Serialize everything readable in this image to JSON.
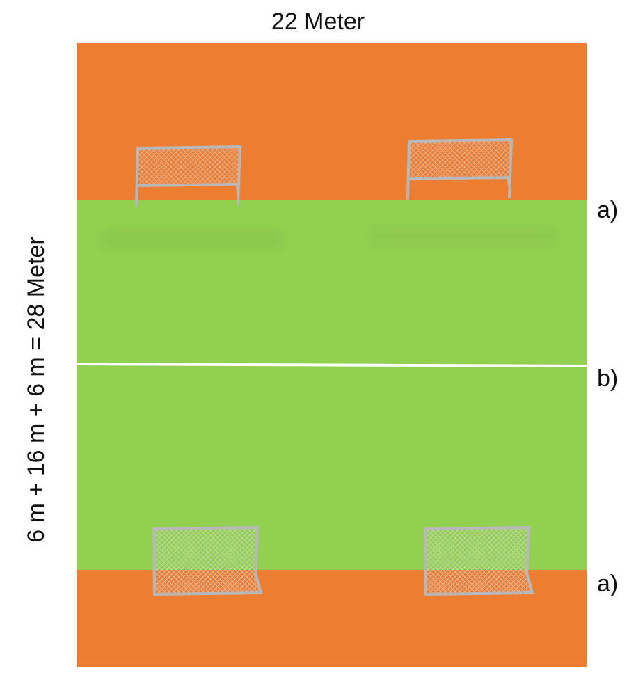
{
  "dimensions": {
    "width_label": "22 Meter",
    "length_label": "6 m + 16 m + 6 m = 28 Meter"
  },
  "zone_labels": {
    "top_zone": "a)",
    "center_line": "b)",
    "bottom_zone": "a)"
  },
  "colors": {
    "end_zone": "#ed7d31",
    "field": "#92d050",
    "center_line": "#ffffff",
    "goal_frame": "#b8b8b8",
    "goal_net": "#d9d9d9"
  },
  "goals": {
    "top": [
      "goal",
      "goal"
    ],
    "bottom": [
      "goal",
      "goal"
    ]
  },
  "icons": {
    "goal": "soccer-goal-icon"
  }
}
